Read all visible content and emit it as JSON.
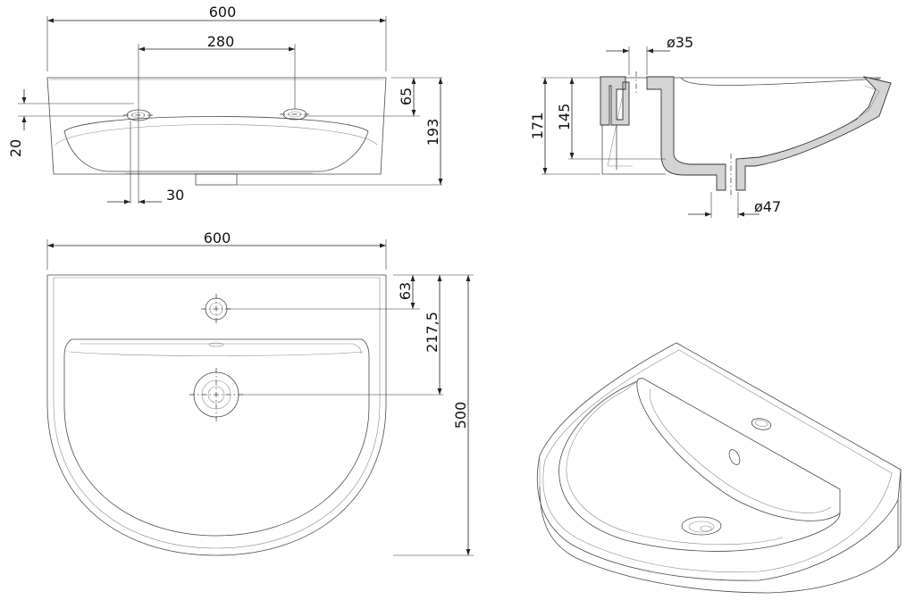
{
  "front_view": {
    "width": "600",
    "tap_spacing": "280",
    "top_offset": "65",
    "tap_drop": "20",
    "height": "193",
    "edge_gap": "30"
  },
  "section_view": {
    "tap_hole": "ø35",
    "overall_height": "171",
    "bowl_height": "145",
    "drain": "ø47"
  },
  "plan_view": {
    "width": "600",
    "tap_offset": "63",
    "drain_offset": "217,5",
    "depth": "500"
  }
}
